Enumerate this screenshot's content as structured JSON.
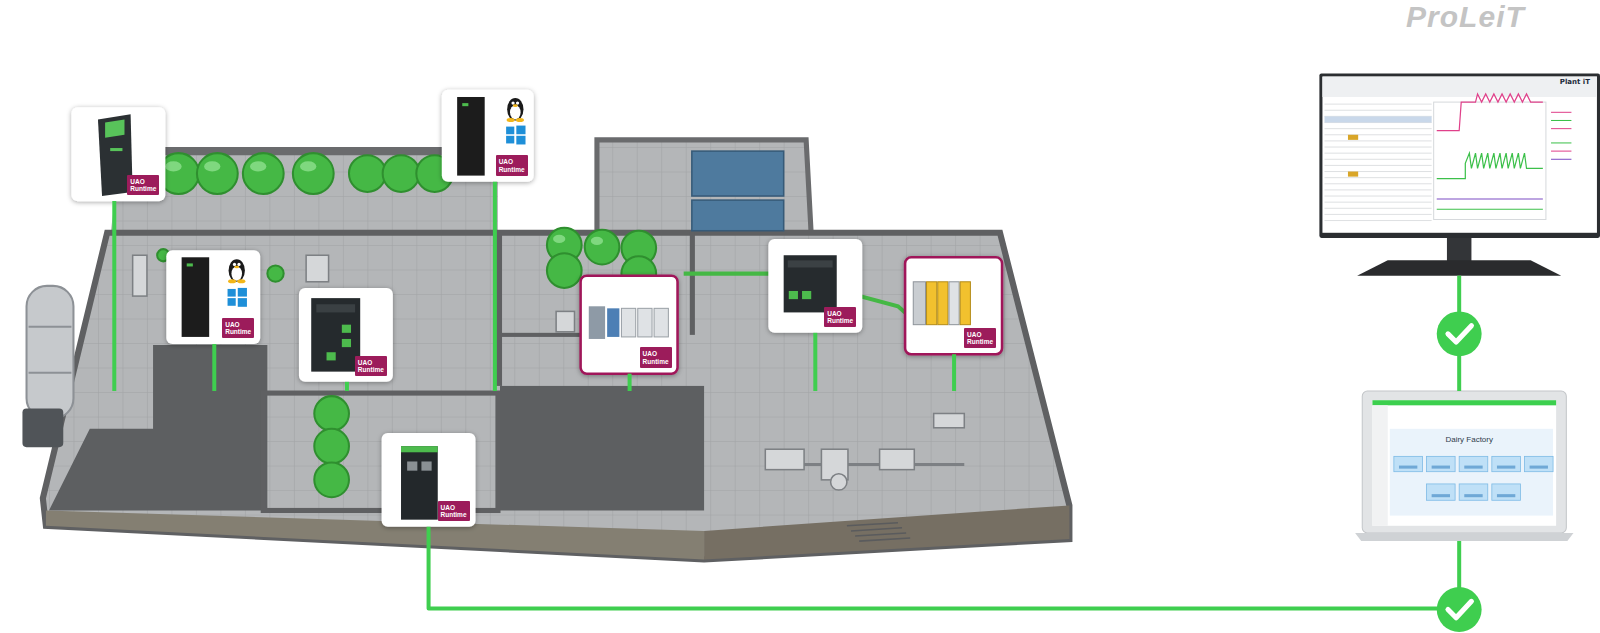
{
  "diagram": {
    "nodes": [
      {
        "text": [
          "UAO Runtime"
        ]
      },
      {
        "text": [
          "UAO Runtime"
        ]
      },
      {
        "text": [
          "UAO Runtime"
        ]
      },
      {
        "text": [
          "UAO Runtime"
        ]
      },
      {
        "text": [
          "UAO Runtime"
        ]
      },
      {
        "text": [
          "UAO Runtime"
        ]
      },
      {
        "text": [
          "UAO Runtime"
        ]
      },
      {
        "text": [
          "UAO Runtime"
        ]
      },
      {
        "text": [
          "Plant iT"
        ]
      },
      {
        "text": [
          "Dairy Factory"
        ]
      }
    ],
    "edges": [
      {
        "from": 0,
        "to": 9,
        "arrow": "none"
      },
      {
        "from": 1,
        "to": 9,
        "arrow": "none"
      },
      {
        "from": 2,
        "to": 9,
        "arrow": "none"
      },
      {
        "from": 3,
        "to": 9,
        "arrow": "none"
      },
      {
        "from": 4,
        "to": 9,
        "arrow": "none"
      },
      {
        "from": 5,
        "to": 9,
        "arrow": "none"
      },
      {
        "from": 6,
        "to": 9,
        "arrow": "none"
      },
      {
        "from": 7,
        "to": 9,
        "arrow": "none"
      },
      {
        "from": 9,
        "to": 8,
        "arrow": "none"
      }
    ],
    "labels": [
      "ProLeiT"
    ]
  }
}
